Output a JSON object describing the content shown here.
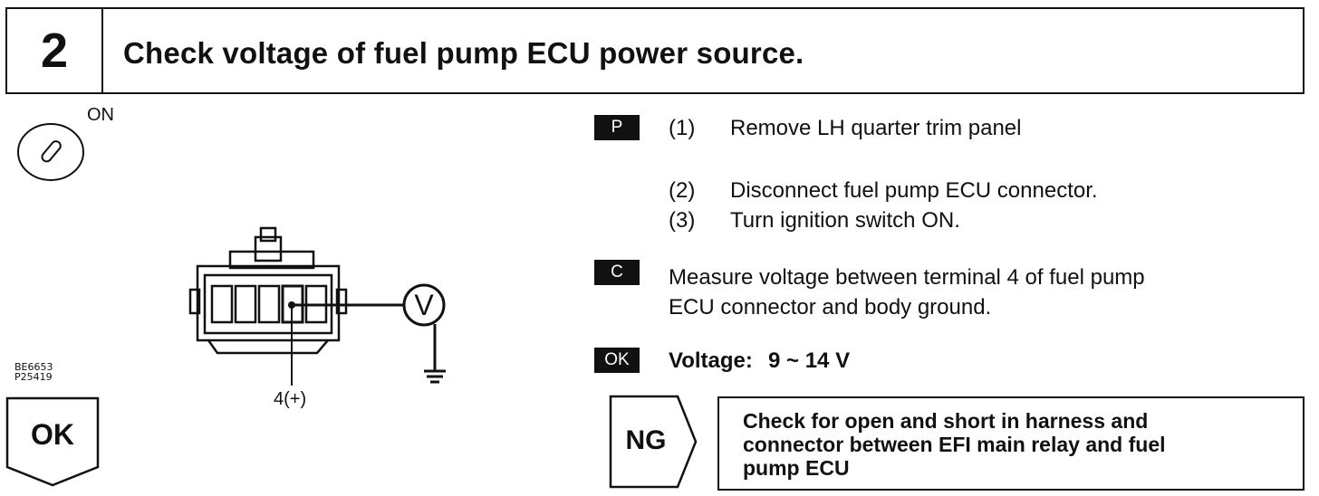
{
  "header": {
    "step_number": "2",
    "title": "Check voltage of fuel pump ECU power source."
  },
  "ignition": {
    "state_label": "ON",
    "icon": "ignition-key-icon"
  },
  "diagram": {
    "terminal_label": "4(+)",
    "meter_symbol": "V",
    "icons": [
      "connector-icon",
      "voltmeter-icon",
      "ground-icon"
    ]
  },
  "reference_codes": [
    "BE6653",
    "P25419"
  ],
  "result_ok": {
    "label": "OK"
  },
  "instructions": {
    "badge_p": "P",
    "steps": [
      {
        "num": "(1)",
        "text": "Remove LH quarter trim panel"
      },
      {
        "num": "(2)",
        "text": "Disconnect fuel pump ECU connector."
      },
      {
        "num": "(3)",
        "text": "Turn ignition switch ON."
      }
    ],
    "badge_c": "C",
    "measure_line1": "Measure voltage between terminal 4 of fuel pump",
    "measure_line2": "ECU connector and body ground.",
    "badge_ok": "OK",
    "voltage_label": "Voltage:",
    "voltage_value": "9 ~ 14 V"
  },
  "result_ng": {
    "label": "NG",
    "text_line1": "Check for open and short in harness and",
    "text_line2": "connector between EFI main relay and fuel",
    "text_line3": "pump ECU"
  }
}
